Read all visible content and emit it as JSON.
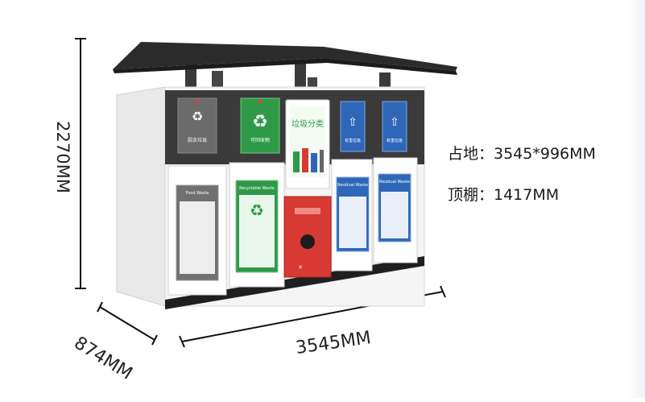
{
  "dimensions": {
    "height": "2270MM",
    "width": "3545MM",
    "depth": "874MM"
  },
  "specs": {
    "footprint": "占地：3545*996MM",
    "canopy": "顶棚：1417MM"
  },
  "product": {
    "screen_title": "垃圾分类",
    "top_labels": [
      "厨余垃圾",
      "可回收物",
      "",
      "有害垃圾",
      "有害垃圾"
    ],
    "door_labels": [
      "Food Waste",
      "Recyclable Waste",
      "",
      "Residual Waste",
      "Residual Waste"
    ],
    "bin_colors": {
      "food": "#6b6b6b",
      "recyclable": "#2e9a48",
      "hazardous": "#d63a32",
      "other": "#2f67b8",
      "body": "#f5f5f5",
      "panel": "#3a3a3a",
      "roof": "#2b2b2b"
    }
  }
}
